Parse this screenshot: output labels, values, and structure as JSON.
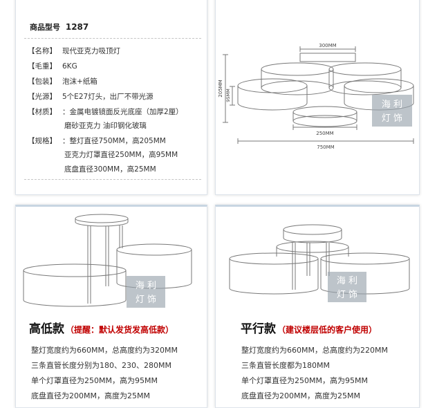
{
  "specs": {
    "model_label": "商品型号",
    "model_number": "1287",
    "rows": [
      {
        "key": "【名称】",
        "value": "现代亚克力吸顶灯"
      },
      {
        "key": "【毛重】",
        "value": "6KG"
      },
      {
        "key": "【包装】",
        "value": "泡沫+纸箱"
      },
      {
        "key": "【光源】",
        "value": "5个E27灯头，出厂不带光源"
      },
      {
        "key": "【材质】",
        "value": "：金属电镀镜面反光底座（加厚2厘）"
      },
      {
        "key": "【规格】",
        "value": "：整灯直径750MM，高205MM"
      }
    ],
    "material_cont": "磨砂亚克力  油印钢化玻璃",
    "spec_cont": [
      "亚克力灯罩直径250MM，高95MM",
      "底盘直径300MM，高25MM"
    ]
  },
  "dimensions": {
    "top_width": "300MM",
    "height_total": "205MM",
    "shade_height": "95MM",
    "shade_diameter": "250MM",
    "overall_width": "750MM"
  },
  "watermark": {
    "line1": "海 利",
    "line2": "灯 饰"
  },
  "staggered": {
    "title": "高低款",
    "note": "（提醒：默认发货发高低款）",
    "lines": [
      "整灯宽度约为660MM，总高度约为320MM",
      "三条直管长度分别为180、230、280MM",
      "单个灯罩直径为250MM，高为95MM",
      "底盘直径为200MM，高度为25MM"
    ]
  },
  "parallel": {
    "title": "平行款",
    "note": "（建议楼层低的客户使用）",
    "lines": [
      "整灯宽度约为660MM，总高度约为220MM",
      "三条直管长度都为180MM",
      "单个灯罩直径为250MM，高为95MM",
      "底盘直径为200MM，高度为25MM"
    ]
  },
  "colors": {
    "accent_red": "#c00000",
    "line_gray": "#888888"
  }
}
